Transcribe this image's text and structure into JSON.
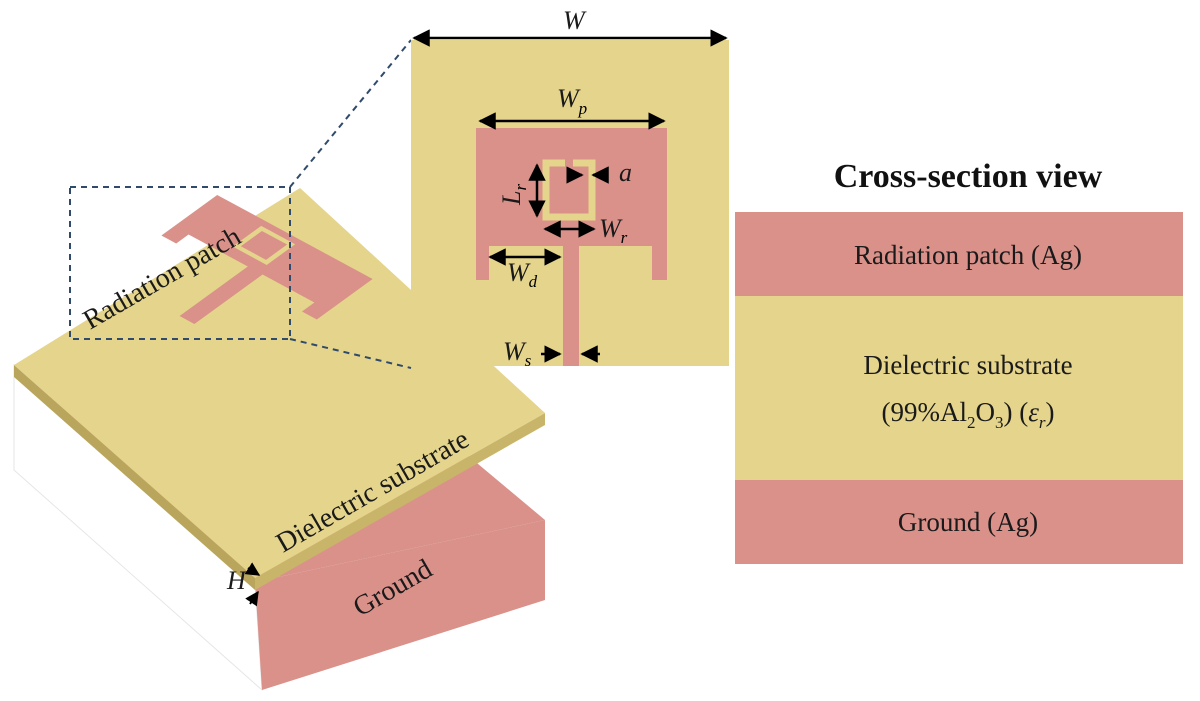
{
  "labels": {
    "radiation_patch": "Radiation  patch",
    "dielectric_substrate": "Dielectric substrate",
    "ground": "Ground",
    "H": "H"
  },
  "dimensions": {
    "W": "W",
    "Wp_main": "W",
    "Wp_sub": "p",
    "Lr_main": "L",
    "Lr_sub": "r",
    "a": "a",
    "Wr_main": "W",
    "Wr_sub": "r",
    "Wd_main": "W",
    "Wd_sub": "d",
    "Ws_main": "W",
    "Ws_sub": "s"
  },
  "cross_section": {
    "title": "Cross-section view",
    "top_layer": "Radiation patch (Ag)",
    "middle_line1": "Dielectric substrate",
    "middle_line2_prefix": "(99%Al",
    "middle_sub2": "2",
    "middle_O": "O",
    "middle_sub3": "3",
    "middle_close": ") (",
    "eps": "ε",
    "eps_sub": "r",
    "middle_end": ")",
    "bottom_layer": "Ground (Ag)"
  },
  "colors": {
    "substrate": "#e5d48b",
    "substrate_side": "#c9b56a",
    "metal": "#d9918a",
    "dashed_box": "#2f4a6b"
  }
}
